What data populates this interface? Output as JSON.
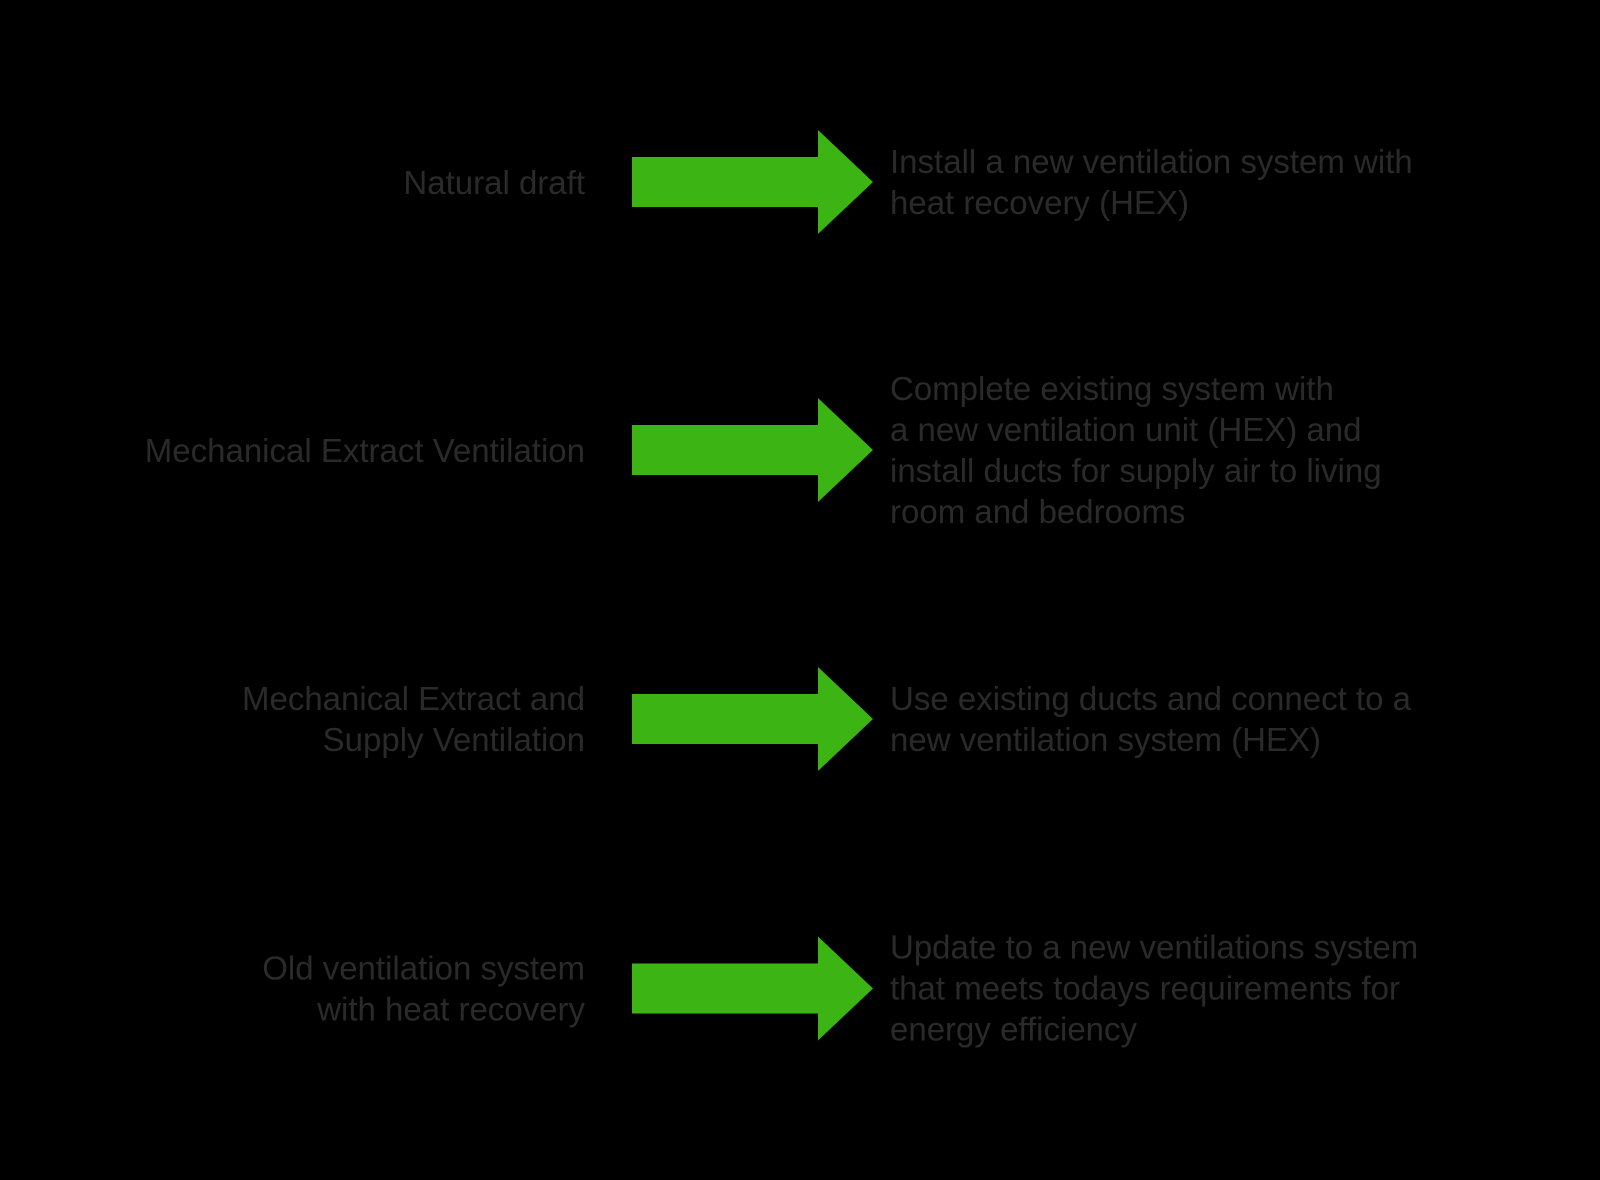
{
  "colors": {
    "background": "#000000",
    "text": "#2a2a2a",
    "arrow": "#3CB414"
  },
  "diagram": {
    "rows": [
      {
        "label": "Natural draft",
        "description": "Install a new ventilation system with\nheat recovery (HEX)"
      },
      {
        "label": "Mechanical Extract Ventilation",
        "description": "Complete existing system with\na new ventilation unit (HEX) and\ninstall ducts for supply air to living\nroom and bedrooms"
      },
      {
        "label": "Mechanical Extract and\nSupply Ventilation",
        "description": "Use existing ducts and connect to a\nnew ventilation system (HEX)"
      },
      {
        "label": "Old ventilation system\nwith heat recovery",
        "description": "Update to a new ventilations system\nthat meets todays requirements for\nenergy efficiency"
      }
    ]
  }
}
